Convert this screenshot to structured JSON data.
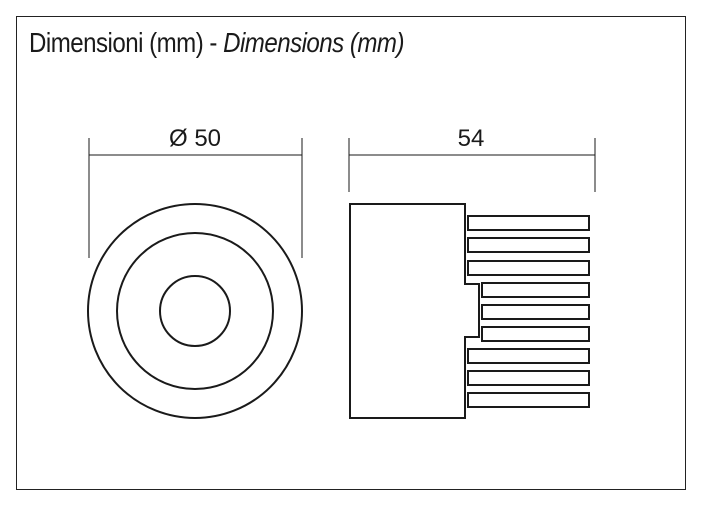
{
  "title": {
    "plain": "Dimensioni (mm) - ",
    "italic": "Dimensions (mm)"
  },
  "dimensions": {
    "diameter_label": "Ø 50",
    "length_label": "54"
  },
  "colors": {
    "line": "#1a1a1a",
    "frame": "#222222"
  }
}
